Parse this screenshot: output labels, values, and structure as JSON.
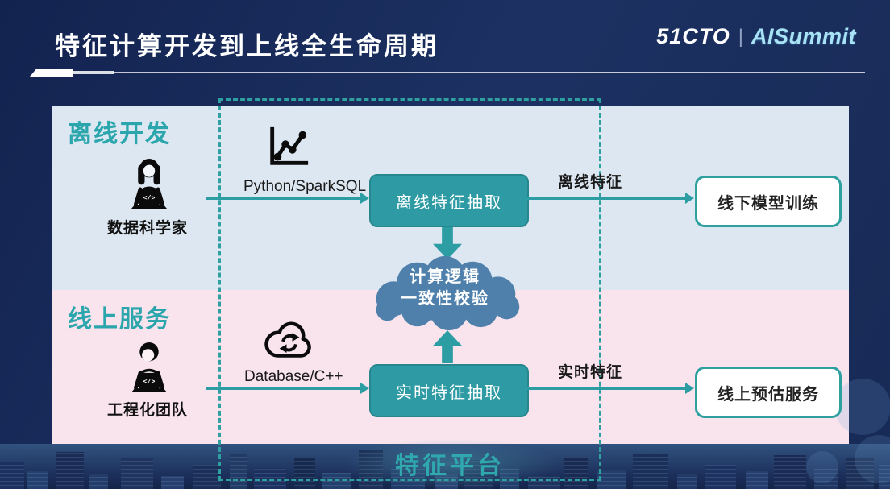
{
  "header": {
    "title": "特征计算开发到上线全生命周期",
    "logo_brand": "51CTO",
    "logo_divider": "|",
    "logo_event": "AISummit"
  },
  "offline": {
    "lane_label": "离线开发",
    "actor_label": "数据科学家",
    "actor_code": "</>",
    "tool_label": "Python/SparkSQL",
    "process_label": "离线特征抽取",
    "feature_label": "离线特征",
    "target_label": "线下模型训练"
  },
  "online": {
    "lane_label": "线上服务",
    "actor_label": "工程化团队",
    "actor_code": "</>",
    "tool_label": "Database/C++",
    "process_label": "实时特征抽取",
    "feature_label": "实时特征",
    "target_label": "线上预估服务"
  },
  "validation_cloud": {
    "line1": "计算逻辑",
    "line2": "一致性校验"
  },
  "platform_label": "特征平台",
  "colors": {
    "accent_teal": "#2B9DA3",
    "cloud_blue": "#4E80AB",
    "lane_offline": "#DCE7F1",
    "lane_online": "#F9E3ED",
    "bg_navy": "#182955"
  }
}
